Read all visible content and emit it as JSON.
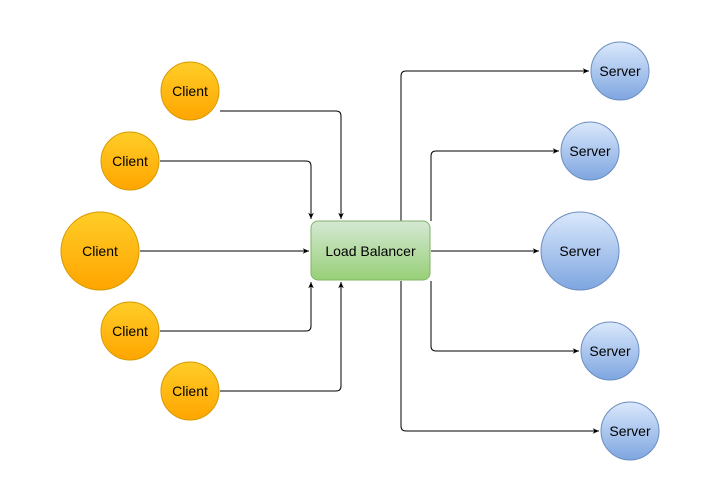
{
  "colors": {
    "client_fill_top": "#ffcd28",
    "client_fill_bottom": "#ffa500",
    "client_stroke": "#d79b00",
    "server_fill_top": "#dae8fc",
    "server_fill_bottom": "#7ea6e0",
    "server_stroke": "#6c8ebf",
    "balancer_fill_top": "#d5e8d4",
    "balancer_fill_bottom": "#97d077",
    "balancer_stroke": "#82b366",
    "edge": "#000000"
  },
  "clients": [
    {
      "label": "Client"
    },
    {
      "label": "Client"
    },
    {
      "label": "Client"
    },
    {
      "label": "Client"
    },
    {
      "label": "Client"
    }
  ],
  "load_balancer": {
    "label": "Load Balancer"
  },
  "servers": [
    {
      "label": "Server"
    },
    {
      "label": "Server"
    },
    {
      "label": "Server"
    },
    {
      "label": "Server"
    },
    {
      "label": "Server"
    }
  ]
}
